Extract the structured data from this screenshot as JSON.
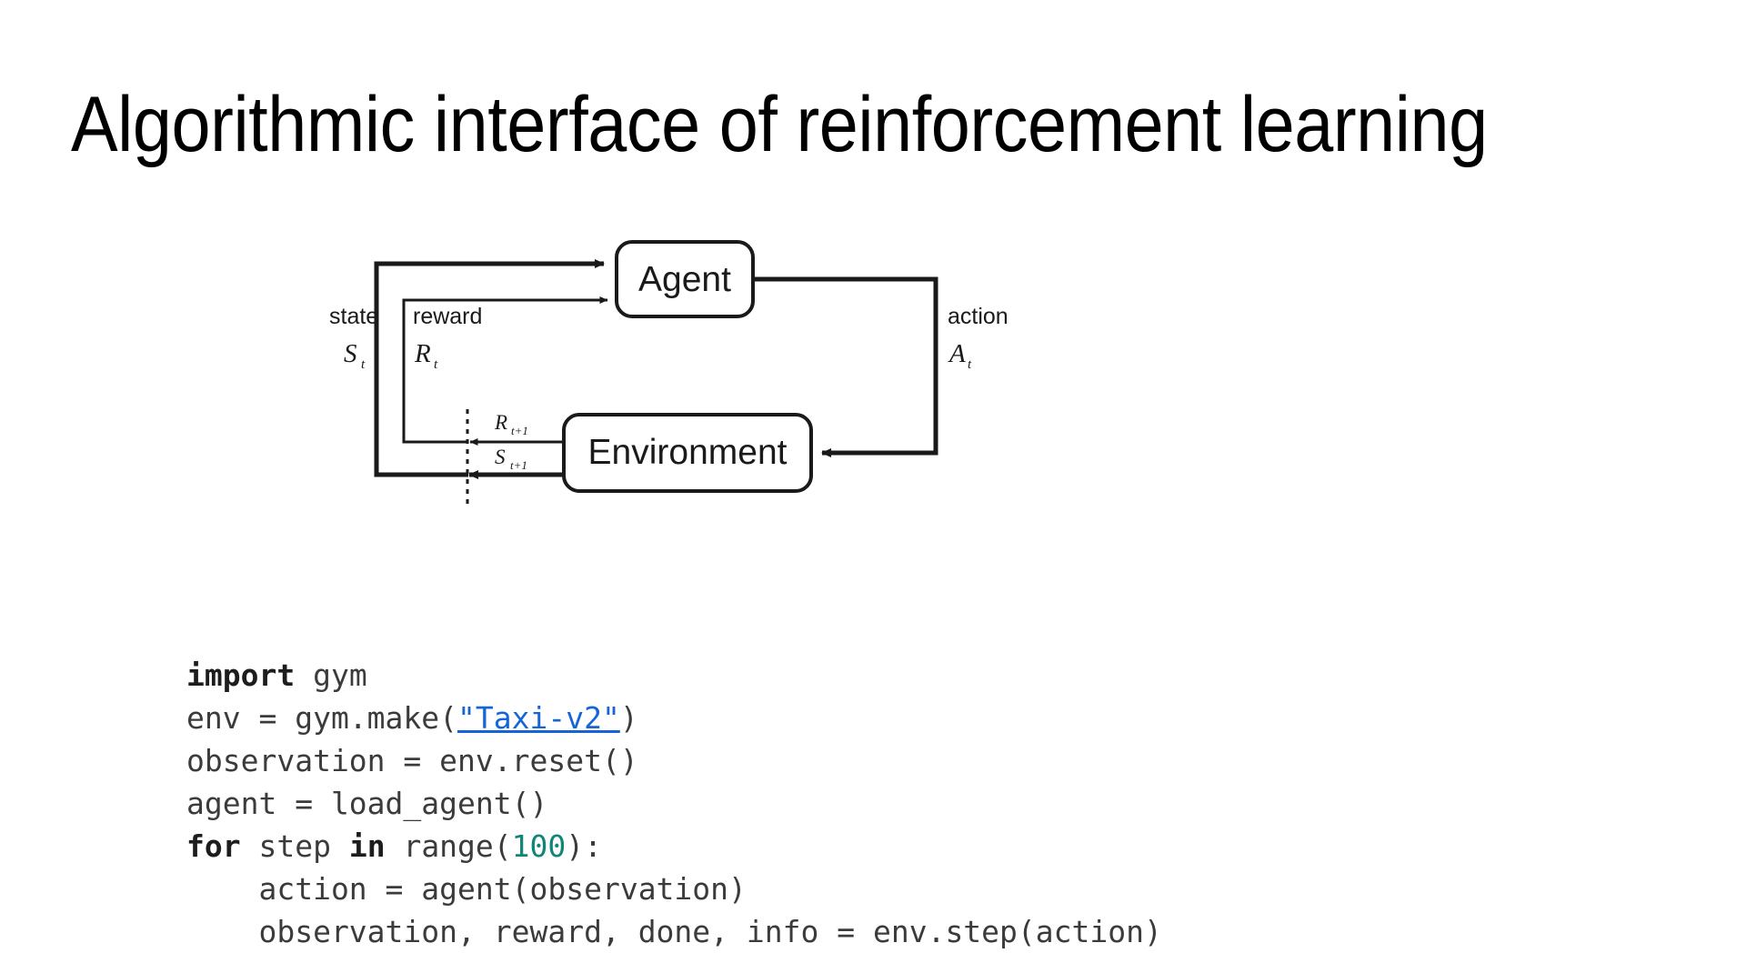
{
  "slide": {
    "title": "Algorithmic interface of reinforcement learning",
    "background": "#ffffff"
  },
  "diagram": {
    "type": "agent-environment-loop",
    "nodes": [
      {
        "id": "agent",
        "label": "Agent"
      },
      {
        "id": "environment",
        "label": "Environment"
      }
    ],
    "edges": [
      {
        "id": "state",
        "label": "state",
        "symbol": "S",
        "subscript": "t",
        "from": "environment",
        "to": "agent"
      },
      {
        "id": "reward",
        "label": "reward",
        "symbol": "R",
        "subscript": "t",
        "from": "environment",
        "to": "agent"
      },
      {
        "id": "action",
        "label": "action",
        "symbol": "A",
        "subscript": "t",
        "from": "agent",
        "to": "environment"
      },
      {
        "id": "reward_next",
        "label": "",
        "symbol": "R",
        "subscript": "t+1",
        "from": "environment",
        "to": "agent"
      },
      {
        "id": "state_next",
        "label": "",
        "symbol": "S",
        "subscript": "t+1",
        "from": "environment",
        "to": "agent"
      }
    ],
    "time_divider": "dashed-vertical",
    "stroke_color": "#1a1a1a"
  },
  "code": {
    "language": "python",
    "link_color": "#1565d8",
    "number_color": "#128577",
    "keyword_color": "#1d1d1d",
    "text_color": "#3b3b3b",
    "lines": [
      {
        "tokens": [
          {
            "t": "import",
            "k": "kw"
          },
          {
            "t": " gym"
          }
        ]
      },
      {
        "tokens": [
          {
            "t": "env = gym.make("
          },
          {
            "t": "\"Taxi-v2\"",
            "k": "lnk"
          },
          {
            "t": ")"
          }
        ]
      },
      {
        "tokens": [
          {
            "t": "observation = env.reset()"
          }
        ]
      },
      {
        "tokens": [
          {
            "t": "agent = load_agent()"
          }
        ]
      },
      {
        "tokens": [
          {
            "t": "for",
            "k": "kw"
          },
          {
            "t": " step "
          },
          {
            "t": "in",
            "k": "kw"
          },
          {
            "t": " range("
          },
          {
            "t": "100",
            "k": "num"
          },
          {
            "t": "):"
          }
        ]
      },
      {
        "tokens": [
          {
            "t": "    action = agent(observation)"
          }
        ]
      },
      {
        "tokens": [
          {
            "t": "    observation, reward, done, info = env.step(action)"
          }
        ]
      }
    ]
  }
}
